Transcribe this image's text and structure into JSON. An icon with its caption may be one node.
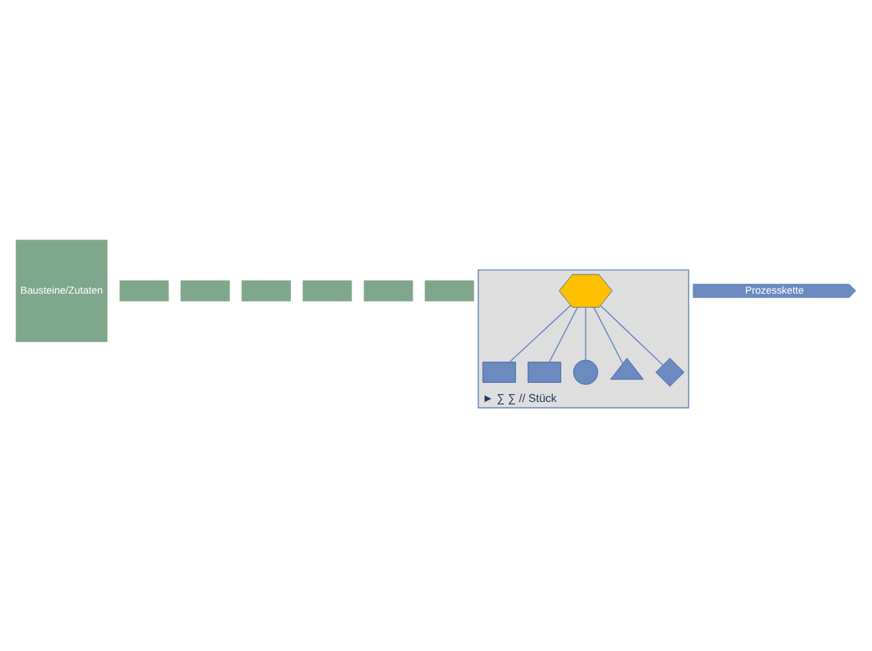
{
  "diagram": {
    "nodes": [
      {
        "text": [
          "Bausteine/Zutaten"
        ]
      },
      {
        "text": [],
        "shape": "box"
      },
      {
        "text": [],
        "shape": "box"
      },
      {
        "text": [],
        "shape": "box"
      },
      {
        "text": [],
        "shape": "box"
      },
      {
        "text": [],
        "shape": "box"
      },
      {
        "text": [],
        "shape": "box"
      },
      {
        "text": [
          "► ∑ ∑ // Stück"
        ]
      },
      {
        "text": [],
        "shape": "box",
        "in": 7
      },
      {
        "text": [],
        "shape": "hexagon",
        "in": 7
      },
      {
        "text": [],
        "shape": "box",
        "in": 7
      },
      {
        "text": [],
        "shape": "circle",
        "in": 7
      },
      {
        "text": [],
        "shape": "triangle",
        "in": 7
      },
      {
        "text": [],
        "shape": "diamond",
        "in": 7
      },
      {
        "text": [
          "Prozesskette"
        ]
      }
    ],
    "edges": [
      {
        "from": 9,
        "to": 8,
        "arrow": "none"
      },
      {
        "from": 9,
        "to": 10,
        "arrow": "none"
      },
      {
        "from": 9,
        "to": 11,
        "arrow": "none"
      },
      {
        "from": 9,
        "to": 12,
        "arrow": "none"
      },
      {
        "from": 9,
        "to": 13,
        "arrow": "none"
      }
    ]
  }
}
